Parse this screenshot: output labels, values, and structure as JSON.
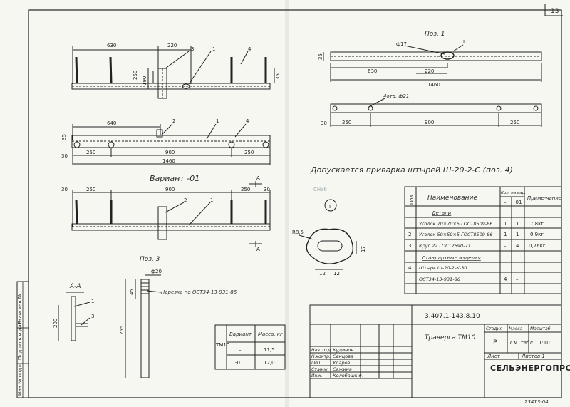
{
  "sheet": {
    "page_number": "13",
    "scan_mark": "СНаб",
    "bottom_code": "23413-04",
    "left_strip": [
      "Инв.№ подл.",
      "Подпись и дата",
      "Взам.инв.№"
    ]
  },
  "main_view": {
    "dims": [
      "630",
      "220",
      "190",
      "250",
      "35"
    ],
    "callouts": [
      "3",
      "1",
      "4"
    ]
  },
  "plan_view": {
    "dims": [
      "640",
      "35",
      "30",
      "250",
      "900",
      "250",
      "1460"
    ],
    "callouts": [
      "2",
      "1",
      "4"
    ]
  },
  "variant_view": {
    "title": "Вариант -01",
    "section_marks": [
      "A",
      "A"
    ],
    "dims": [
      "30",
      "250",
      "900",
      "250",
      "30"
    ],
    "callouts": [
      "2",
      "1"
    ]
  },
  "pos1": {
    "title": "Поз. 1",
    "dims": [
      "ф17",
      "I",
      "35",
      "630",
      "220",
      "1460",
      "4отв. ф21",
      "30",
      "250",
      "900",
      "250"
    ]
  },
  "note": "Допускается приварка штырей Ш-20-2-С (поз. 4).",
  "detail_I": {
    "marker": "I",
    "dims": [
      "R8,5",
      "17",
      "12",
      "12"
    ]
  },
  "section_AA": {
    "title": "А-А",
    "dims": [
      "200"
    ],
    "callouts": [
      "1",
      "3"
    ]
  },
  "pos3": {
    "title": "Поз. 3",
    "dims": [
      "ф20",
      "45",
      "255"
    ],
    "thread_note": "Нарезка по ОСТ34-13-931-86"
  },
  "mass_table": {
    "side": "ТМ10",
    "headers": [
      "Вариант",
      "Масса, кг"
    ],
    "rows": [
      [
        "–",
        "11,5"
      ],
      [
        "-01",
        "12,0"
      ]
    ]
  },
  "spec_table": {
    "headers": [
      "Поз.",
      "Наименование",
      "Кол. на вар.",
      "Приме-чание"
    ],
    "qty_sub": [
      "–",
      "-01"
    ],
    "sections": {
      "details": "Детали",
      "standard": "Стандартные изделия"
    },
    "rows": [
      {
        "pos": "1",
        "name": "Уголок 70×70×5 ГОСТ8509-86",
        "q1": "1",
        "q2": "1",
        "note": "7,8кг"
      },
      {
        "pos": "2",
        "name": "Уголок 50×50×5 ГОСТ8509-86",
        "q1": "1",
        "q2": "1",
        "note": "0,9кг"
      },
      {
        "pos": "3",
        "name": "Круг 22 ГОСТ2590-71",
        "q1": "–",
        "q2": "4",
        "note": "0,76кг"
      },
      {
        "pos": "4",
        "name": "Штырь Ш-20-2-К-30",
        "q1": "",
        "q2": "",
        "note": ""
      },
      {
        "pos": "",
        "name": "ОСТ34-13-931-86",
        "q1": "4",
        "q2": "–",
        "note": ""
      }
    ]
  },
  "title_block": {
    "doc_code": "3.407.1-143.8.10",
    "title": "Траверса ТМ10",
    "stage_header": "Стадия",
    "mass_header": "Масса",
    "scale_header": "Масштаб",
    "stage": "Р",
    "mass": "См. табл.",
    "scale": "1:10",
    "sheet_label": "Лист",
    "sheets_label": "Листов 1",
    "org": "СЕЛЬЭНЕРГОПРОЕКТ",
    "staff": [
      {
        "role": "Нач. отд.",
        "name": "Кудинов"
      },
      {
        "role": "Н.контр.",
        "name": "Сенцова"
      },
      {
        "role": "ГИП",
        "name": "Ударов"
      },
      {
        "role": "Ст.инж.",
        "name": "Сажина"
      },
      {
        "role": "Инж.",
        "name": "Колобашкин"
      }
    ]
  }
}
